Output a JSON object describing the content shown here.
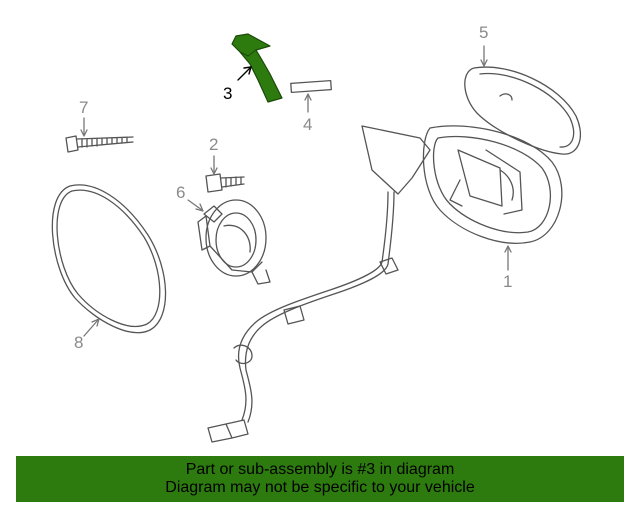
{
  "callouts": {
    "c1": "1",
    "c2": "2",
    "c3": "3",
    "c4": "4",
    "c5": "5",
    "c6": "6",
    "c7": "7",
    "c8": "8"
  },
  "highlight_color": "#2d7b0f",
  "banner": {
    "line1": "Part or sub-assembly is #3 in diagram",
    "line2": "Diagram may not be specific to your vehicle"
  }
}
